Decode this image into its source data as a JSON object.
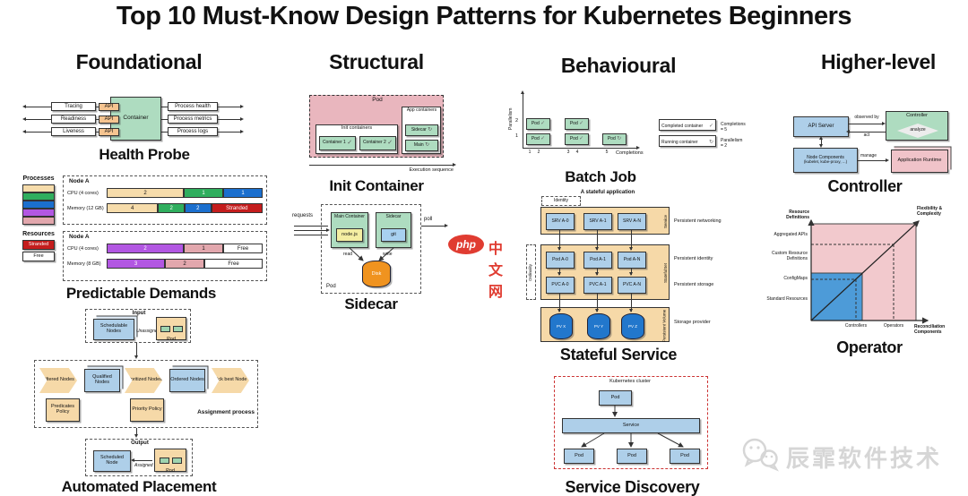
{
  "title": "Top 10 Must-Know Design Patterns for Kubernetes Beginners",
  "columns": {
    "c1": "Foundational",
    "c2": "Structural",
    "c3": "Behavioural",
    "c4": "Higher-level"
  },
  "colors": {
    "tan": "#f6d9a8",
    "green": "#aedcc0",
    "blue": "#aecfe9",
    "pink_pod": "#e9b6be",
    "bar_green": "#2fae5e",
    "bar_blue": "#1b6fce",
    "bar_purple": "#b257e2",
    "bar_pink": "#e2a7ad",
    "stranded_red": "#c41d1d",
    "disk_orange": "#f0931f",
    "pv_blue": "#2277cc",
    "operator_blue": "#4d9bd8",
    "operator_pink": "#f2c9cd",
    "cluster_dashed_red": "#cc3333",
    "php_red": "#e03c31",
    "watermark_gray": "#d6d6d6"
  },
  "health_probe": {
    "title": "Health Probe",
    "container": "Container",
    "api": "API",
    "rows": [
      {
        "left": "Tracing",
        "right": "Process health"
      },
      {
        "left": "Readiness",
        "right": "Process metrics"
      },
      {
        "left": "Liveness",
        "right": "Process logs"
      }
    ]
  },
  "predictable_demands": {
    "title": "Predictable Demands",
    "legend": {
      "processes": "Processes",
      "resources": "Resources",
      "stranded": "Stranded",
      "free": "Free"
    },
    "node1": {
      "name": "Node A",
      "cpu_label": "CPU (4 cores)",
      "mem_label": "Memory (12 GB)",
      "cpu": [
        "2",
        "1",
        "1"
      ],
      "mem": [
        "4",
        "2",
        "2",
        "Stranded"
      ]
    },
    "node2": {
      "name": "Node A",
      "cpu_label": "CPU (4 cores)",
      "mem_label": "Memory (8 GB)",
      "cpu": [
        "2",
        "1",
        "Free"
      ],
      "mem": [
        "3",
        "2",
        "Free"
      ]
    }
  },
  "automated_placement": {
    "title": "Automated Placement",
    "input_label": "Input",
    "schedulable_nodes": "Schedulable Nodes",
    "unassigned": "Unassigned",
    "pod": "Pod",
    "assignment_label": "Assignment process",
    "filtered": "Filtered Nodes",
    "qualified": "Qualified Nodes",
    "prioritized": "Prioritized Nodes",
    "ordered": "Ordered Nodes",
    "pick_best": "Pick best Node",
    "predicates_policy": "Predicates Policy",
    "priority_policy": "Priority Policy",
    "output_label": "Output",
    "scheduled_node": "Scheduled Node",
    "assigned": "Assigned"
  },
  "init_container": {
    "title": "Init Container",
    "pod": "Pod",
    "init_containers": "Init containers",
    "container1": "Container 1",
    "container2": "Container 2",
    "app_containers": "App containers",
    "sidecar": "Sidecar",
    "main": "Main",
    "execution_sequence": "Execution sequence",
    "check": "✓",
    "running": "↻"
  },
  "sidecar": {
    "title": "Sidecar",
    "pod": "Pod",
    "main_container": "Main Container",
    "nodejs": "node.js",
    "sidecar": "Sidecar",
    "git": "git",
    "disk": "Disk",
    "read": "read",
    "write": "write",
    "requests": "requests",
    "poll": "poll"
  },
  "batch_job": {
    "title": "Batch Job",
    "y_axis": "Parallelism",
    "x_axis": "Completions",
    "pod": "Pod",
    "check": "✓",
    "running": "↻",
    "y_ticks": [
      "2",
      "1"
    ],
    "x_ticks": [
      "1",
      "2",
      "3",
      "4",
      "5"
    ],
    "legend_completed": "Completed container",
    "legend_running": "Running container",
    "completions_eq": "Completions = 5",
    "parallelism_eq": "Parallelism = 2"
  },
  "stateful_service": {
    "title": "Stateful Service",
    "header": "A stateful application",
    "identity": "Identity",
    "ordinality": "Ordinality",
    "srv": [
      "SRV A-0",
      "SRV A-1",
      "SRV A-N"
    ],
    "pods": [
      "Pod A-0",
      "Pod A-1",
      "Pod A-N"
    ],
    "pvcs": [
      "PVC A-0",
      "PVC A-1",
      "PVC A-N"
    ],
    "pvs": [
      "PV X",
      "PV Y",
      "PV Z"
    ],
    "side_service": "Service",
    "side_statefulset": "StatefulSet",
    "side_pv": "Persistent Volume",
    "right_networking": "Persistent networking",
    "right_identity": "Persistent identity",
    "right_storage": "Persistent storage",
    "right_provider": "Storage provider"
  },
  "service_discovery": {
    "title": "Service Discovery",
    "cluster": "Kubernetes cluster",
    "pod": "Pod",
    "service": "Service"
  },
  "controller": {
    "title": "Controller",
    "api_server": "API Server",
    "controller": "Controller",
    "analyze": "analyze",
    "observed_by": "observed by",
    "act": "act",
    "node_components_1": "Node Components",
    "node_components_2": "(kubelet, kube-proxy, ...)",
    "manage": "manage",
    "app_runtime": "Application Runtime"
  },
  "operator": {
    "title": "Operator",
    "y_axis": "Resource Definitions",
    "x_axis": "Reconciliation Components",
    "diag": "Flexibility & Complexity",
    "y_labels": [
      "Aggregated APIs",
      "Custom Resource Definitions",
      "ConfigMaps",
      "Standard Resources"
    ],
    "x_labels": [
      "Controllers",
      "Operators"
    ]
  },
  "watermarks": {
    "php_badge": "php",
    "php_site": "中文网",
    "brand": "辰霏软件技术"
  }
}
